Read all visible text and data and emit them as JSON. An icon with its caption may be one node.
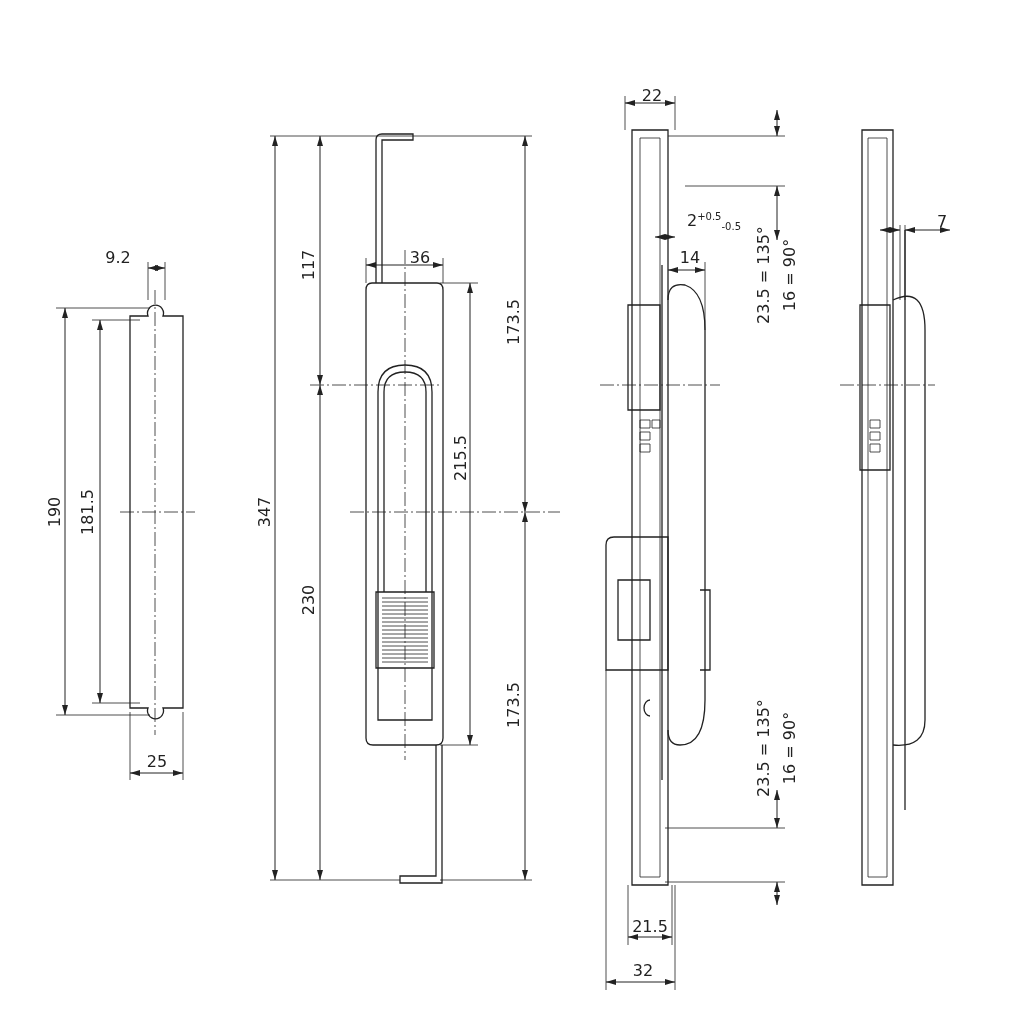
{
  "diagram": {
    "labels": [
      "22",
      "2$^{+0.5}$$_{-0.5}$",
      "7",
      "9.2",
      "36",
      "14",
      "117",
      "23.5 = 135°",
      "16 = 90°",
      "173.5",
      "190",
      "181.5",
      "347",
      "215.5",
      "230",
      "173.5",
      "23.5 = 135°",
      "16 = 90°",
      "25",
      "21.5",
      "32"
    ]
  }
}
